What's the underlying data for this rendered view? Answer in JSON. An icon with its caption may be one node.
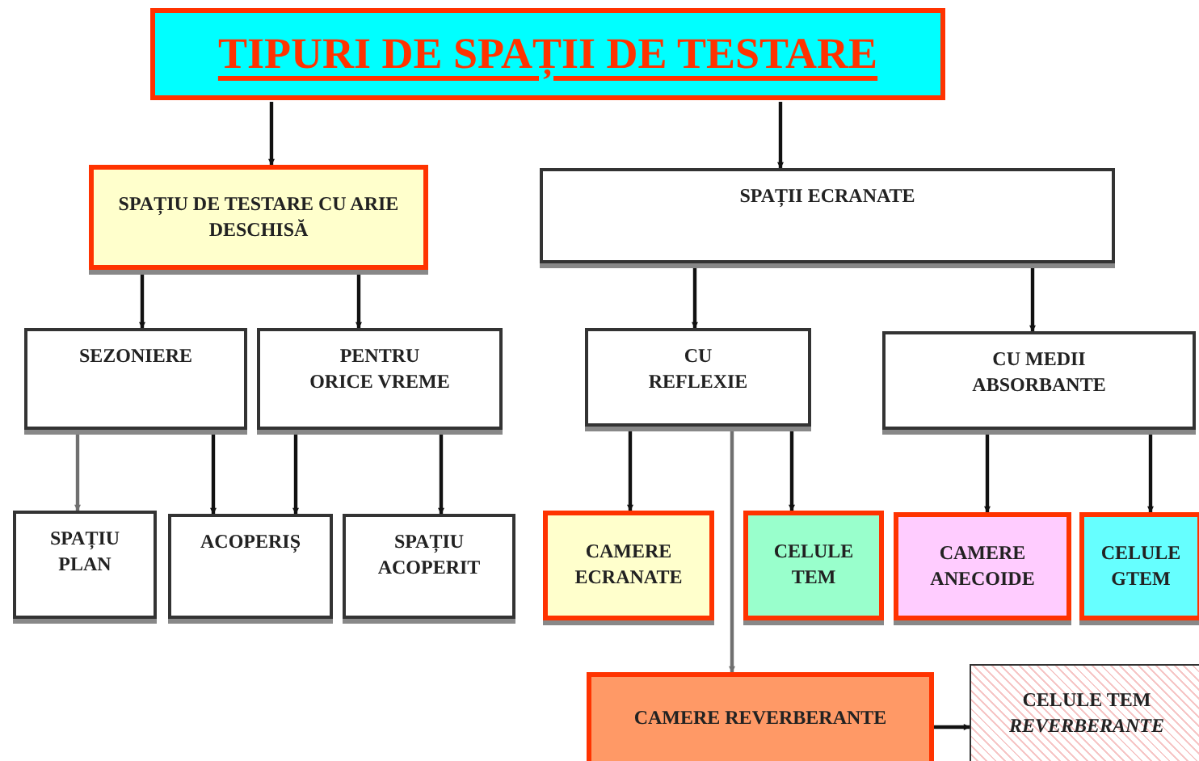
{
  "diagram": {
    "nodes": [
      {
        "text": [
          "TIPURI DE SPAȚII DE TESTARE"
        ]
      },
      {
        "text": [
          "SPAȚIU DE TESTARE CU ARIE DESCHISĂ"
        ]
      },
      {
        "text": [
          "SPAȚII ECRANATE"
        ]
      },
      {
        "text": [
          "SEZONIERE"
        ]
      },
      {
        "text": [
          "PENTRU ORICE VREME"
        ]
      },
      {
        "text": [
          "CU REFLEXIE"
        ]
      },
      {
        "text": [
          "CU MEDII ABSORBANTE"
        ]
      },
      {
        "text": [
          "SPAȚIU PLAN"
        ]
      },
      {
        "text": [
          "ACOPERIȘ"
        ]
      },
      {
        "text": [
          "SPAȚIU ACOPERIT"
        ]
      },
      {
        "text": [
          "CAMERE ECRANATE"
        ]
      },
      {
        "text": [
          "CELULE TEM"
        ]
      },
      {
        "text": [
          "CAMERE ANECOIDE"
        ]
      },
      {
        "text": [
          "CELULE GTEM"
        ]
      },
      {
        "text": [
          "CAMERE REVERBERANTE"
        ]
      },
      {
        "text": [
          "CELULE TEM *REVERBERANTE*"
        ]
      }
    ],
    "edges": [
      {
        "from": 0,
        "to": 1,
        "arrow": "to"
      },
      {
        "from": 0,
        "to": 2,
        "arrow": "to"
      },
      {
        "from": 1,
        "to": 3,
        "arrow": "to"
      },
      {
        "from": 1,
        "to": 4,
        "arrow": "to"
      },
      {
        "from": 2,
        "to": 5,
        "arrow": "to"
      },
      {
        "from": 2,
        "to": 6,
        "arrow": "to"
      },
      {
        "from": 3,
        "to": 7,
        "arrow": "to",
        "color": "#707070"
      },
      {
        "from": 3,
        "to": 8,
        "arrow": "to"
      },
      {
        "from": 4,
        "to": 8,
        "arrow": "to"
      },
      {
        "from": 4,
        "to": 9,
        "arrow": "to"
      },
      {
        "from": 5,
        "to": 10,
        "arrow": "to"
      },
      {
        "from": 5,
        "to": 11,
        "arrow": "to"
      },
      {
        "from": 5,
        "to": 14,
        "arrow": "to",
        "color": "#707070"
      },
      {
        "from": 6,
        "to": 12,
        "arrow": "to"
      },
      {
        "from": 6,
        "to": 13,
        "arrow": "to"
      },
      {
        "from": 14,
        "to": 15,
        "arrow": "to"
      }
    ]
  }
}
